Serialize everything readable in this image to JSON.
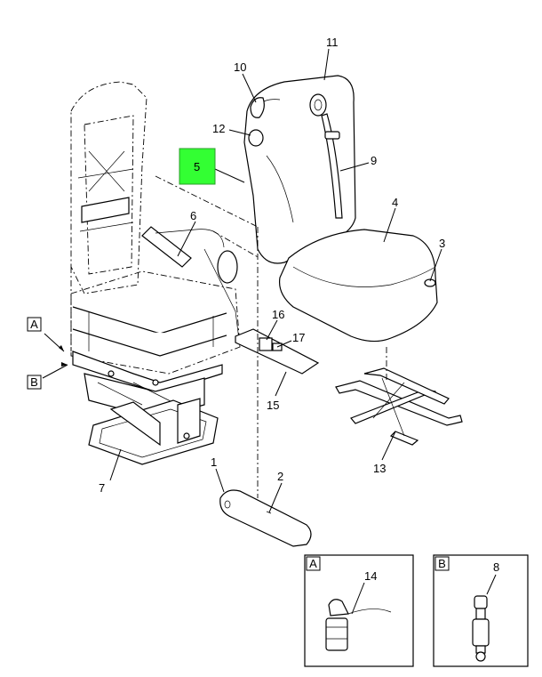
{
  "callouts": {
    "c1": "1",
    "c2": "2",
    "c3": "3",
    "c4": "4",
    "c5": "5",
    "c6": "6",
    "c7": "7",
    "c8": "8",
    "c9": "9",
    "c10": "10",
    "c11": "11",
    "c12": "12",
    "c13": "13",
    "c14": "14",
    "c15": "15",
    "c16": "16",
    "c17": "17"
  },
  "detail_refs": {
    "a": "A",
    "b": "B"
  },
  "detail_insets": {
    "a_label": "A",
    "b_label": "B"
  },
  "colors": {
    "highlight": "#33ff33",
    "line": "#000000",
    "background": "#ffffff"
  }
}
